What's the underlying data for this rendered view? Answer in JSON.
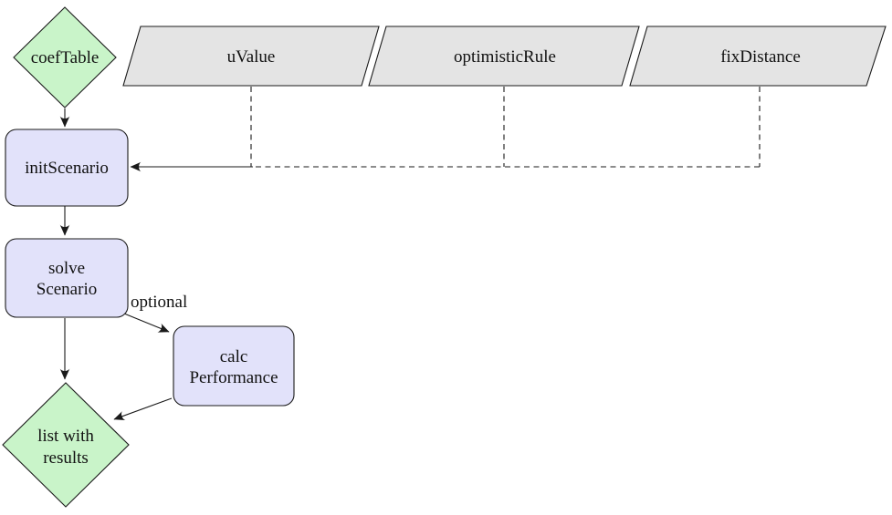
{
  "diagram": {
    "type": "flowchart",
    "nodes": {
      "coefTable": {
        "label": "coefTable",
        "shape": "diamond"
      },
      "uValue": {
        "label": "uValue",
        "shape": "parallelogram"
      },
      "optimisticRule": {
        "label": "optimisticRule",
        "shape": "parallelogram"
      },
      "fixDistance": {
        "label": "fixDistance",
        "shape": "parallelogram"
      },
      "initScenario": {
        "label": "initScenario",
        "shape": "rounded-rect"
      },
      "solveScenario": {
        "label_line1": "solve",
        "label_line2": "Scenario",
        "shape": "rounded-rect"
      },
      "calcPerformance": {
        "label_line1": "calc",
        "label_line2": "Performance",
        "shape": "rounded-rect"
      },
      "listWithResults": {
        "label_line1": "list with",
        "label_line2": "results",
        "shape": "diamond"
      }
    },
    "edges": [
      {
        "from": "coefTable",
        "to": "initScenario",
        "style": "solid-arrow"
      },
      {
        "from": "uValue",
        "to": "initScenario",
        "style": "dashed"
      },
      {
        "from": "optimisticRule",
        "to": "initScenario",
        "style": "dashed"
      },
      {
        "from": "fixDistance",
        "to": "initScenario",
        "style": "dashed"
      },
      {
        "from": "initScenario",
        "to": "solveScenario",
        "style": "solid-arrow"
      },
      {
        "from": "solveScenario",
        "to": "listWithResults",
        "style": "solid-arrow"
      },
      {
        "from": "solveScenario",
        "to": "calcPerformance",
        "style": "solid-arrow",
        "label": "optional"
      },
      {
        "from": "calcPerformance",
        "to": "listWithResults",
        "style": "solid-arrow"
      }
    ],
    "colors": {
      "diamond_fill": "#c9f4c9",
      "process_fill": "#e2e2fa",
      "data_fill": "#e4e4e4",
      "stroke": "#1a1a1a",
      "background": "#ffffff"
    }
  }
}
